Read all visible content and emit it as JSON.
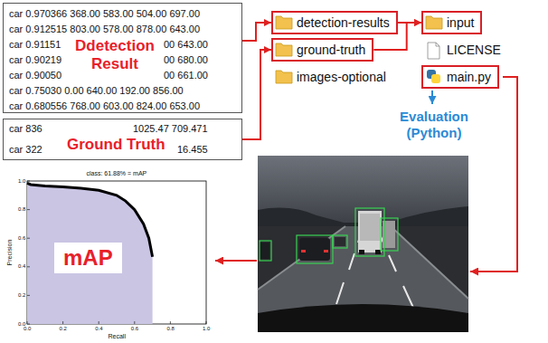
{
  "diagram": {
    "nodes": [
      {
        "text": [
          "Ddetection Result",
          "car 0.970366 368.00 583.00 504.00 697.00",
          "car 0.912515 803.00 578.00 878.00 643.00",
          "car 0.91151",
          "00 643.00",
          "car 0.90219",
          "00 680.00",
          "car 0.90050",
          "00 661.00",
          "car 0.75030 0.00 640.00 192.00 856.00",
          "car 0.680556 768.00 603.00 824.00 653.00"
        ]
      },
      {
        "text": [
          "Ground Truth",
          "car 836",
          "1025.47 709.471",
          "car 322",
          "16.455"
        ]
      },
      {
        "text": [
          "detection-results"
        ]
      },
      {
        "text": [
          "ground-truth"
        ]
      },
      {
        "text": [
          "images-optional"
        ]
      },
      {
        "text": [
          "input"
        ]
      },
      {
        "text": [
          "LICENSE"
        ]
      },
      {
        "text": [
          "main.py"
        ]
      },
      {
        "text": [
          "class: 61.88% = mAP",
          "Precision",
          "Recall",
          "0.0",
          "0.2",
          "0.4",
          "0.6",
          "0.8",
          "1.0",
          "0.0",
          "0.2",
          "0.4",
          "0.6",
          "0.8",
          "1.0"
        ]
      },
      {
        "text": [
          "mAP"
        ],
        "in": 8
      }
    ],
    "edges": [
      {
        "from": 0,
        "to": 2,
        "arrow": "to"
      },
      {
        "from": 1,
        "to": 3,
        "arrow": "to"
      },
      {
        "from": 2,
        "to": 5,
        "arrow": "to"
      },
      {
        "from": 3,
        "to": 5,
        "arrow": "to"
      }
    ],
    "labels": [
      "Evaluation (Python)"
    ]
  }
}
